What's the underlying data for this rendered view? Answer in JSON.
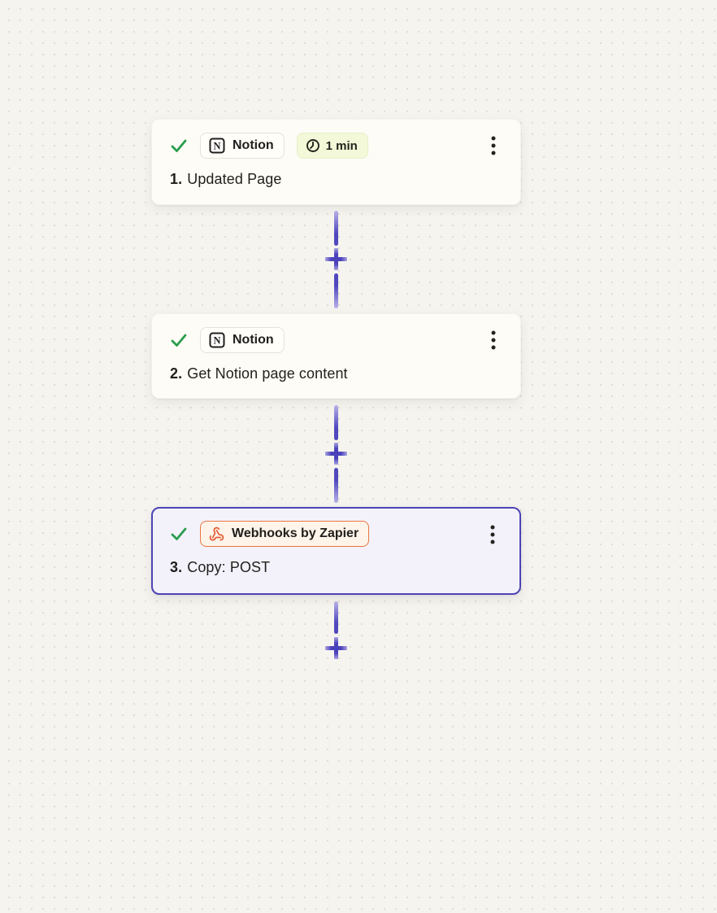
{
  "workflow": {
    "steps": [
      {
        "number": "1.",
        "title": "Updated Page",
        "app": "Notion",
        "app_icon": "notion-icon",
        "duration": "1 min",
        "status": "completed",
        "selected": false
      },
      {
        "number": "2.",
        "title": "Get Notion page content",
        "app": "Notion",
        "app_icon": "notion-icon",
        "status": "completed",
        "selected": false
      },
      {
        "number": "3.",
        "title": "Copy: POST",
        "app": "Webhooks by Zapier",
        "app_icon": "webhook-icon",
        "status": "completed",
        "selected": true
      }
    ]
  },
  "colors": {
    "canvas_background": "#f6f4ef",
    "card_background": "#fdfcf6",
    "selected_card_background": "#f3f2fb",
    "selected_card_border": "#4d44b4",
    "connector_purple": "#4b42bb",
    "success_green": "#2a9d4e",
    "webhook_orange": "#e4572e",
    "duration_badge_background": "#f3f9d8"
  }
}
